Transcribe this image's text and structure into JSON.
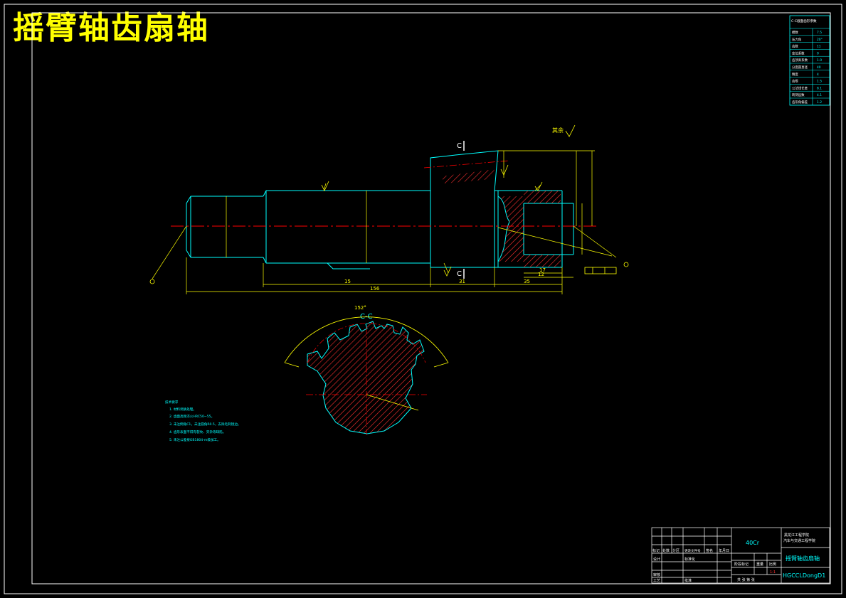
{
  "title": "摇臂轴齿扇轴",
  "colors": {
    "outline": "#00ffff",
    "frame": "#ffffff",
    "dimension": "#ffff00",
    "hatch": "#ff3030",
    "centerline": "#ff0000",
    "title_text": "#ffff00",
    "table_label": "#ffffff",
    "table_value": "#00ffff"
  },
  "drawing": {
    "section_label": "C-C",
    "section_mark": "C",
    "dim_total": "156",
    "dim_15": "15",
    "dim_31": "31",
    "dim_35": "35",
    "dim_12": "12",
    "dim_17": "17",
    "arc_angle": "152°",
    "roughness_label": "其余"
  },
  "param_table": {
    "title": "C-C截面齿形参数",
    "rows": [
      {
        "label": "模数",
        "value": "7.5"
      },
      {
        "label": "压力角",
        "value": "20°"
      },
      {
        "label": "齿数",
        "value": "11"
      },
      {
        "label": "变位系数",
        "value": "0"
      },
      {
        "label": "齿顶高系数",
        "value": "1.0"
      },
      {
        "label": "分度圆直径",
        "value": "40"
      },
      {
        "label": "精度",
        "value": "4"
      },
      {
        "label": "齿根",
        "value": "1.5"
      },
      {
        "label": "公法线长度",
        "value": "8.1"
      },
      {
        "label": "跨测齿数",
        "value": "4.1"
      },
      {
        "label": "齿形角偏差",
        "value": "1.2"
      }
    ]
  },
  "tech_notes": {
    "heading": "技术要求",
    "lines": [
      "1. 材料调质处理。",
      "2. 齿面高频淬火HRC50~55。",
      "3. 未注倒角C1，未注圆角R0.5，去除毛刺锐边。",
      "4. 齿形表面不得有裂纹、夹杂等缺陷。",
      "5. 未注公差按GB1804-m级加工。"
    ]
  },
  "title_block": {
    "material": "40Cr",
    "school": "黑龙江工程学院",
    "dept": "汽车与交通工程学院",
    "part_name": "摇臂轴齿扇轴",
    "drawing_code": "HGCCLDongD1",
    "mark_label": "标记",
    "count_label": "处数",
    "zone_label": "分区",
    "change_doc_label": "更改文件号",
    "sign_label": "签名",
    "date_label": "年月日",
    "design_label": "设计",
    "standard_label": "标准化",
    "review_label": "审核",
    "process_label": "工艺",
    "approve_label": "批准",
    "stage_label": "阶段标记",
    "weight_label": "重量",
    "scale_label": "比例",
    "scale_value": "1:1",
    "sheet_label": "共 张 第 张"
  }
}
